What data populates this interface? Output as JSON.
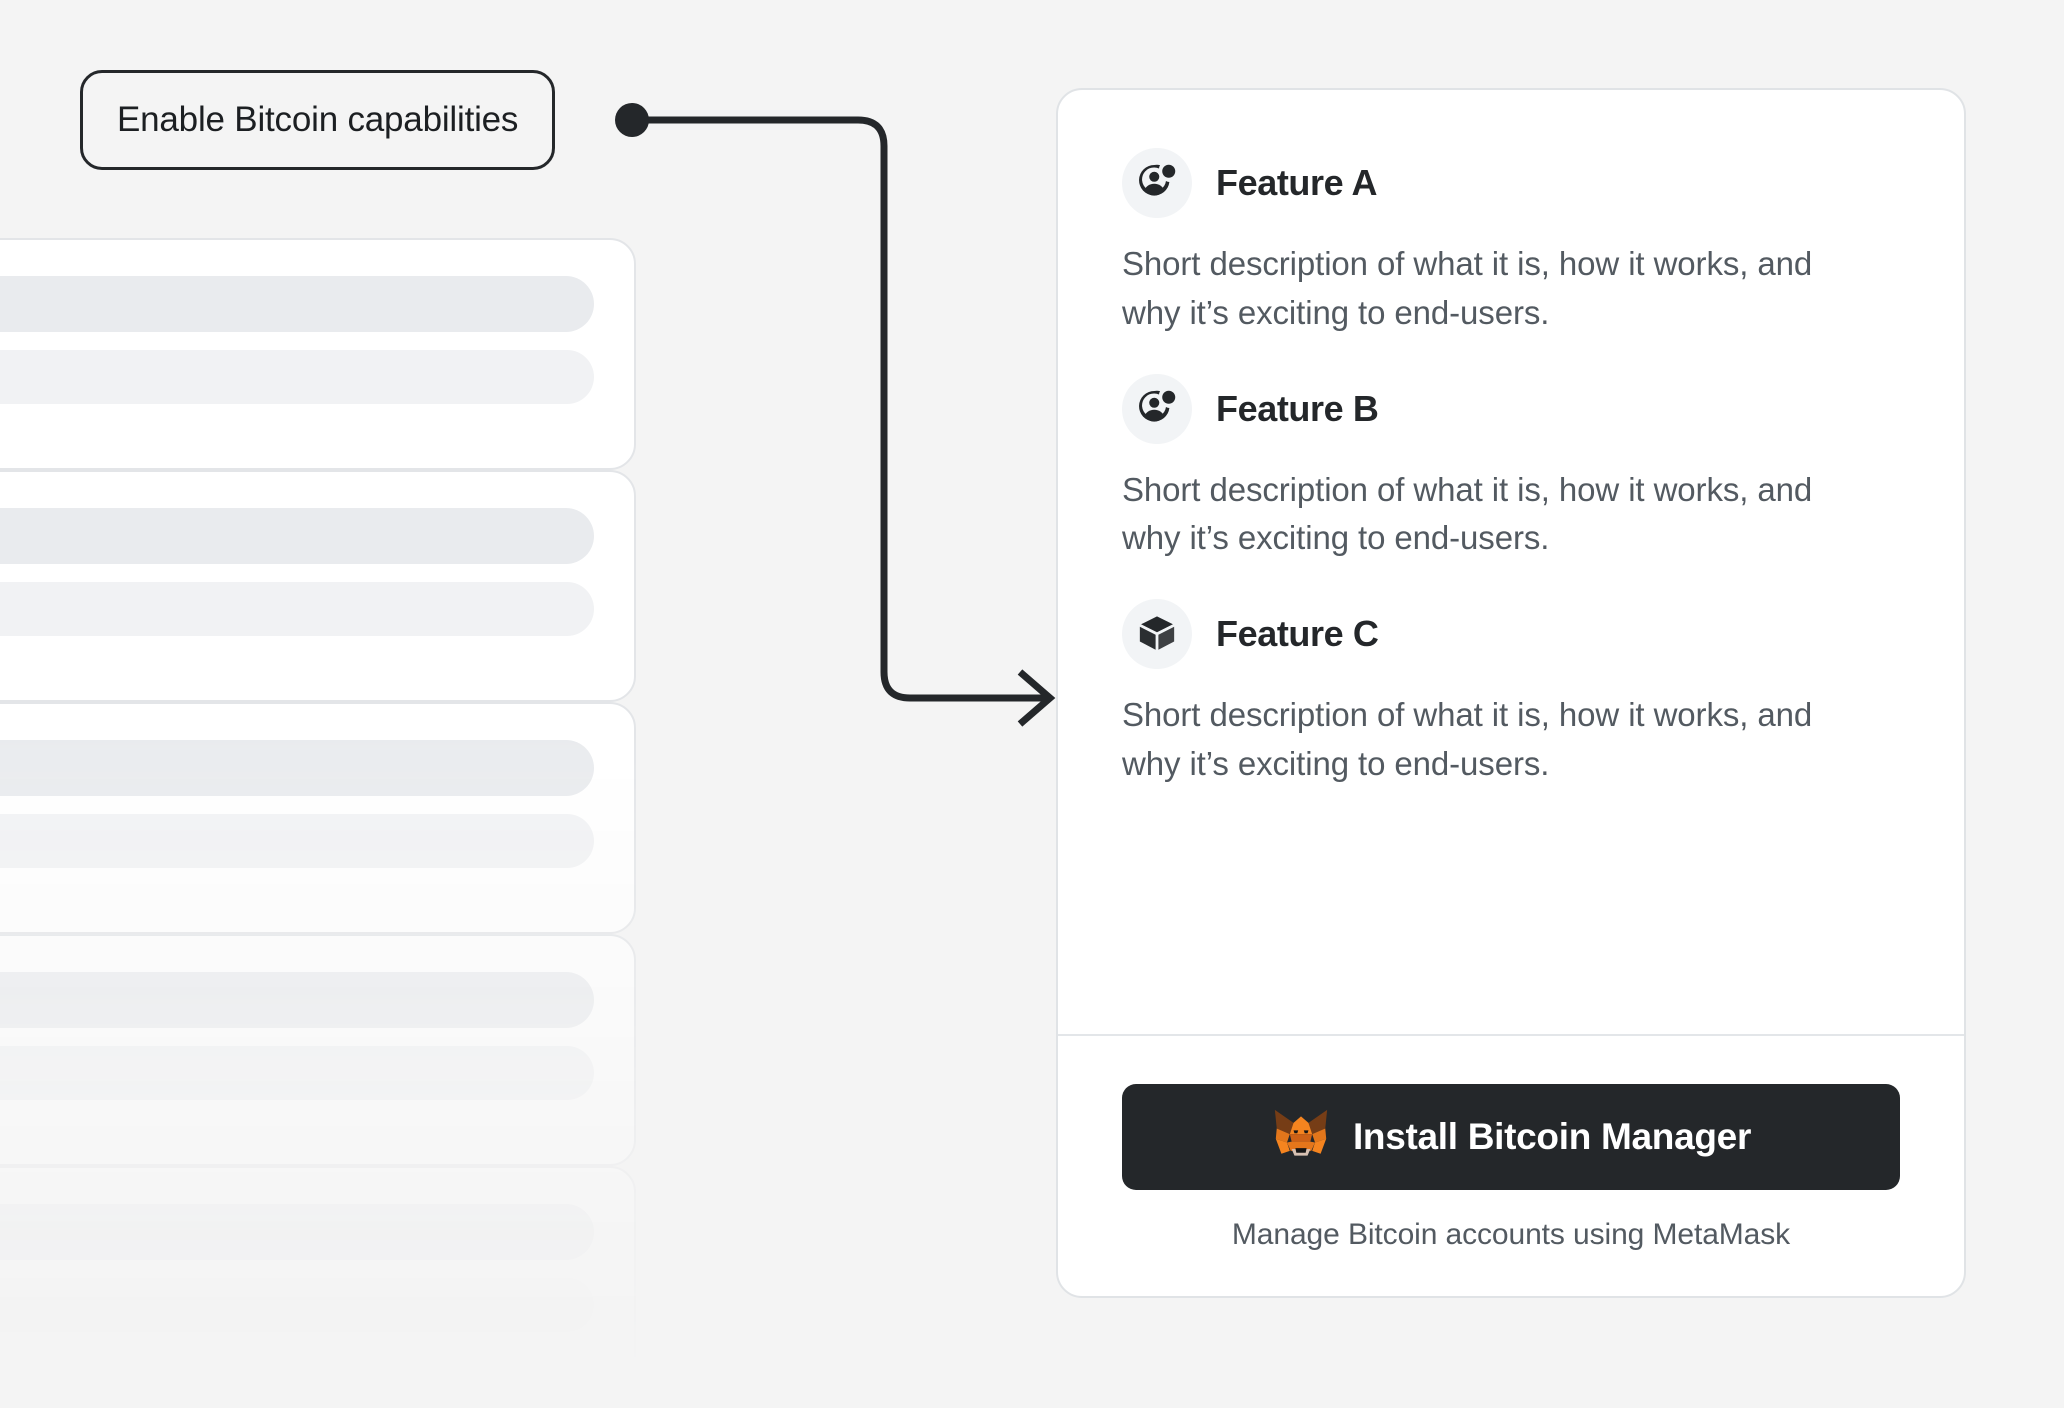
{
  "background": {
    "page_bg": "#f4f4f4",
    "skeleton_cards": [
      {
        "name": "skeleton-card-1"
      },
      {
        "name": "skeleton-card-2"
      },
      {
        "name": "skeleton-card-3"
      },
      {
        "name": "skeleton-card-4"
      },
      {
        "name": "skeleton-card-5"
      }
    ]
  },
  "callout": {
    "label": "Enable Bitcoin capabilities",
    "border_color": "#24272a",
    "dot_color": "#24272a",
    "connector_color": "#24272a",
    "connector_icon": "arrow-right-icon"
  },
  "card": {
    "background": "#ffffff",
    "border_color": "#e0e3e6",
    "features": [
      {
        "icon": "user-add-icon",
        "title": "Feature A",
        "description": "Short description of what it is, how it works, and why it’s exciting to end-users."
      },
      {
        "icon": "user-add-icon",
        "title": "Feature B",
        "description": "Short description of what it is, how it works, and why it’s exciting to end-users."
      },
      {
        "icon": "cube-icon",
        "title": "Feature C",
        "description": "Short description of what it is, how it works, and why it’s exciting to end-users."
      }
    ],
    "footer": {
      "install_button_label": "Install Bitcoin Manager",
      "install_button_icon": "metamask-fox-icon",
      "install_button_bg": "#24272a",
      "note": "Manage Bitcoin accounts using MetaMask"
    }
  }
}
